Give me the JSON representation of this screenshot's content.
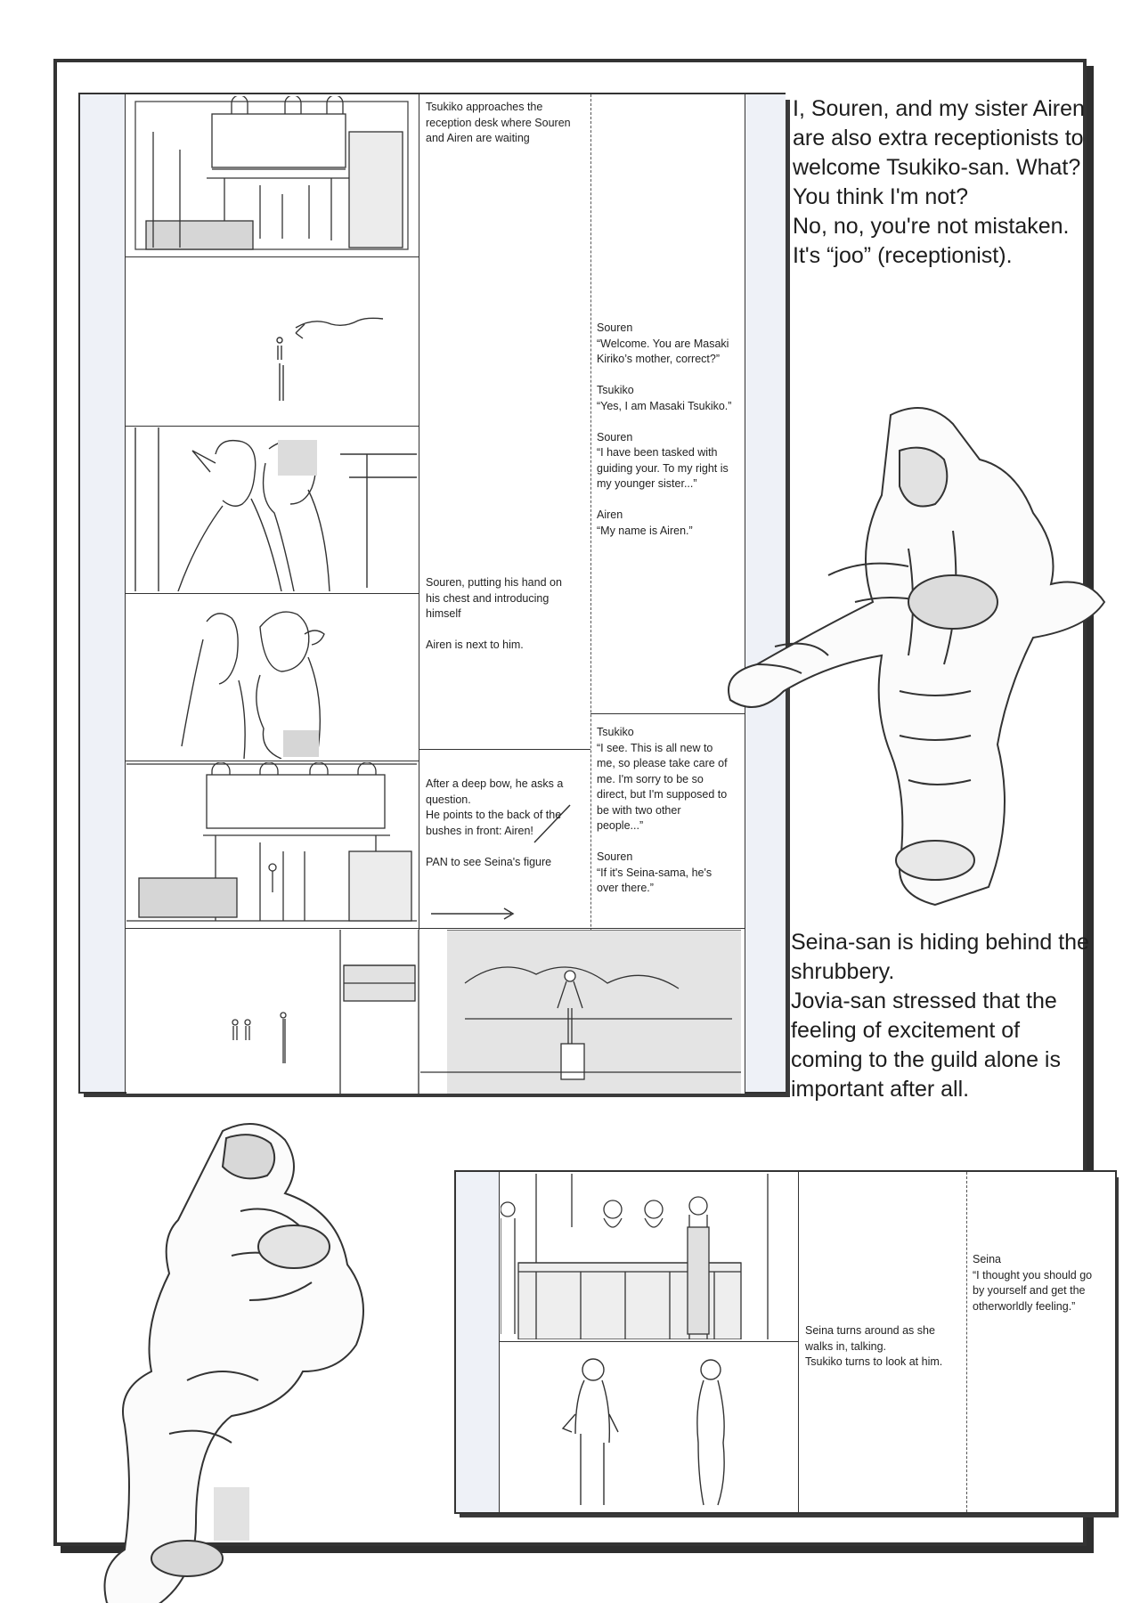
{
  "storyboard_top": {
    "notes": {
      "panel1_action": "Tsukiko approaches the\nreception desk where Souren\nand Airen are waiting",
      "panel3_dialogue": "Souren\n“Welcome. You are Masaki\nKiriko’s mother, correct?”\n\nTsukiko\n“Yes, I am Masaki Tsukiko.”\n\nSouren\n“I have been tasked with\nguiding your. To my right is\nmy younger sister...”\n\nAiren\n“My name is Airen.”",
      "panel4_action": "Souren, putting his hand on\nhis chest and introducing\nhimself\n\nAiren is next to him.",
      "panel5_action": "After a deep bow, he asks a\nquestion.\nHe points to the back of the\nbushes in front: Airen!\n\nPAN to see Seina's figure",
      "panel5_dialogue": "Tsukiko\n“I see. This is all new to\nme, so please take care of\nme. I'm sorry to be so\ndirect, but I'm supposed to\nbe with two other\npeople...”\n\nSouren\n“If it's Seina-sama, he's\nover there.”"
    }
  },
  "narration": {
    "top_right": "I, Souren, and my sister Airen\nare also extra receptionists to\nwelcome Tsukiko-san. What?\nYou think I'm not?\nNo, no, you're not mistaken.\nIt's “joo” (receptionist).",
    "middle_right": "Seina-san is hiding behind the\nshrubbery.\nJovia-san stressed that the\nfeeling of excitement of\ncoming to the guild alone is\nimportant after all."
  },
  "storyboard_bottom": {
    "notes": {
      "panel1_dialogue": "Seina\n“I thought you should go\nby yourself and get the\notherworldly feeling.”",
      "panel2_action": "Seina turns around as she\nwalks in, talking.\nTsukiko turns to look at him."
    }
  }
}
